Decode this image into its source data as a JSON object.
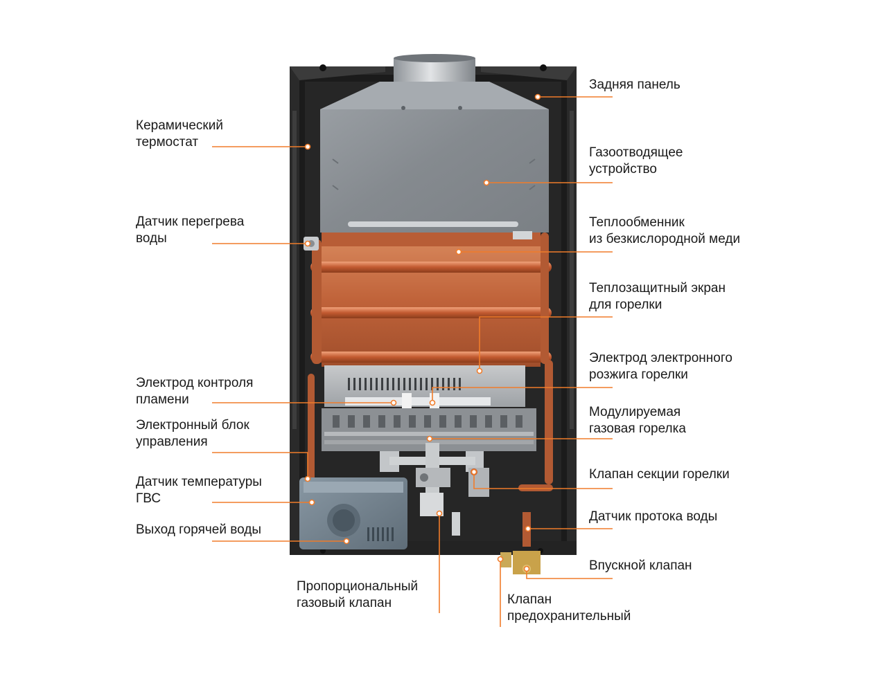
{
  "colors": {
    "leader": "#f07c2a",
    "casing": "#2b2b2b",
    "casing_inner": "#3a3a3a",
    "hood": "#8f9499",
    "copper": "#c96a3f",
    "copper_dark": "#9c4a26",
    "steel": "#b9bcbf",
    "control_box": "#6d7a86"
  },
  "labels_left": [
    {
      "id": "ceramic-thermostat",
      "lines": [
        "Керамический",
        "термостат"
      ]
    },
    {
      "id": "overheat-sensor",
      "lines": [
        "Датчик перегрева",
        "воды"
      ]
    },
    {
      "id": "flame-electrode",
      "lines": [
        "Электрод контроля",
        "пламени"
      ]
    },
    {
      "id": "control-unit",
      "lines": [
        "Электронный блок",
        "управления"
      ]
    },
    {
      "id": "dhw-temp-sensor",
      "lines": [
        "Датчик температуры",
        "ГВС"
      ]
    },
    {
      "id": "hot-water-outlet",
      "lines": [
        "Выход горячей воды"
      ]
    }
  ],
  "labels_right": [
    {
      "id": "back-panel",
      "lines": [
        "Задняя панель"
      ]
    },
    {
      "id": "flue-device",
      "lines": [
        "Газоотводящее",
        "устройство"
      ]
    },
    {
      "id": "heat-exchanger",
      "lines": [
        "Теплообменник",
        "из безкислородной меди"
      ]
    },
    {
      "id": "heat-shield",
      "lines": [
        "Теплозащитный экран",
        "для горелки"
      ]
    },
    {
      "id": "ignition-electrode",
      "lines": [
        "Электрод электронного",
        "розжига горелки"
      ]
    },
    {
      "id": "modulating-burner",
      "lines": [
        "Модулируемая",
        "газовая горелка"
      ]
    },
    {
      "id": "burner-section-valve",
      "lines": [
        "Клапан секции горелки"
      ]
    },
    {
      "id": "flow-sensor",
      "lines": [
        "Датчик протока воды"
      ]
    },
    {
      "id": "inlet-valve",
      "lines": [
        "Впускной клапан"
      ]
    }
  ],
  "labels_bottom": [
    {
      "id": "proportional-gas-valve",
      "lines": [
        "Пропорциональный",
        "газовый клапан"
      ]
    },
    {
      "id": "safety-valve",
      "lines": [
        "Клапан",
        "предохранительный"
      ]
    }
  ]
}
